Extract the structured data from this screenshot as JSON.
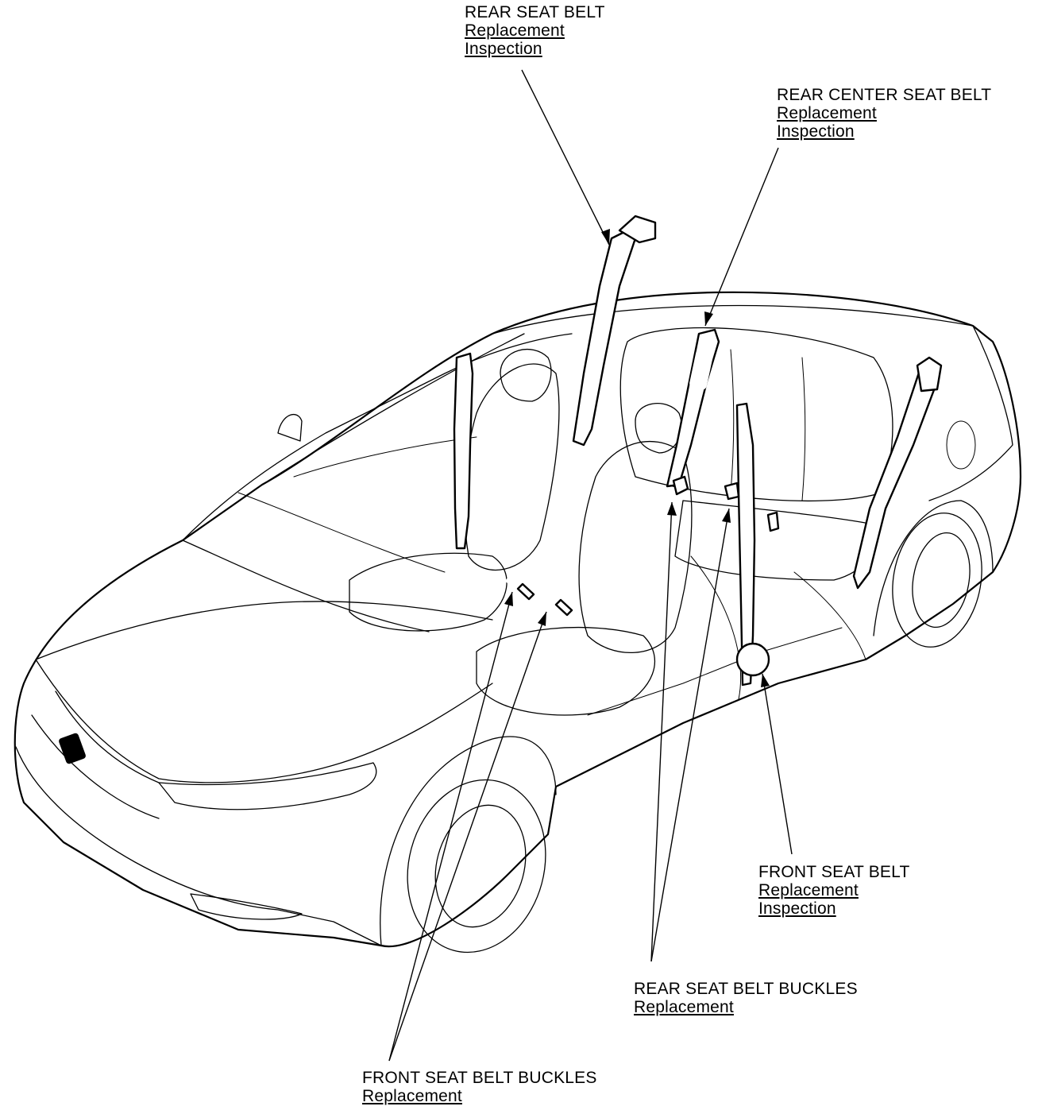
{
  "callouts": {
    "rear_seat_belt": {
      "title": "REAR SEAT BELT",
      "links": [
        "Replacement",
        "Inspection"
      ]
    },
    "rear_center_seat_belt": {
      "title": "REAR CENTER SEAT BELT",
      "links": [
        "Replacement",
        "Inspection"
      ]
    },
    "front_seat_belt": {
      "title": "FRONT SEAT BELT",
      "links": [
        "Replacement",
        "Inspection"
      ]
    },
    "rear_seat_belt_buckles": {
      "title": "REAR SEAT BELT BUCKLES",
      "links": [
        "Replacement"
      ]
    },
    "front_seat_belt_buckles": {
      "title": "FRONT SEAT BELT BUCKLES",
      "links": [
        "Replacement"
      ]
    }
  }
}
